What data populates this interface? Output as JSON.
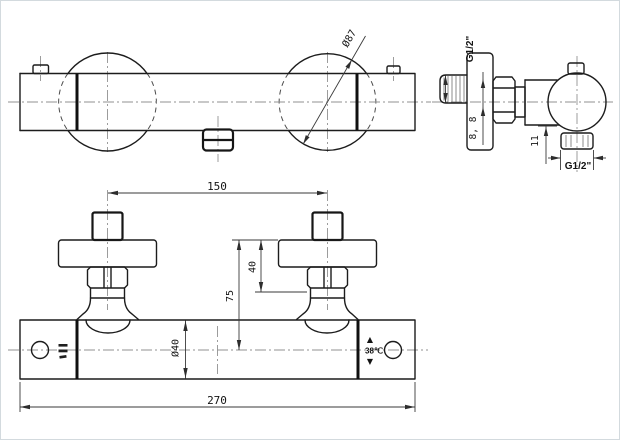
{
  "drawing": {
    "type": "technical-dimension-drawing",
    "subject": "thermostatic shower mixer bar",
    "colors": {
      "background": "#ffffff",
      "outline": "#1c1c1c",
      "centerline": "#929292",
      "dimension_line": "#3a3a3a",
      "frame": "#d3dade"
    },
    "labels": {
      "knob_diameter": "Ø87",
      "inlet_thread": "G1/2\"",
      "plate_depth": "8, 8",
      "outlet_offset": "11",
      "outlet_thread": "G1/2\"",
      "connector_spacing": "150",
      "connector_height": "40",
      "center_height": "75",
      "body_diameter": "Ø40",
      "overall_width": "270",
      "temperature": "38℃"
    },
    "icons": {
      "temp_up": "▲",
      "temp_down": "▼"
    }
  }
}
